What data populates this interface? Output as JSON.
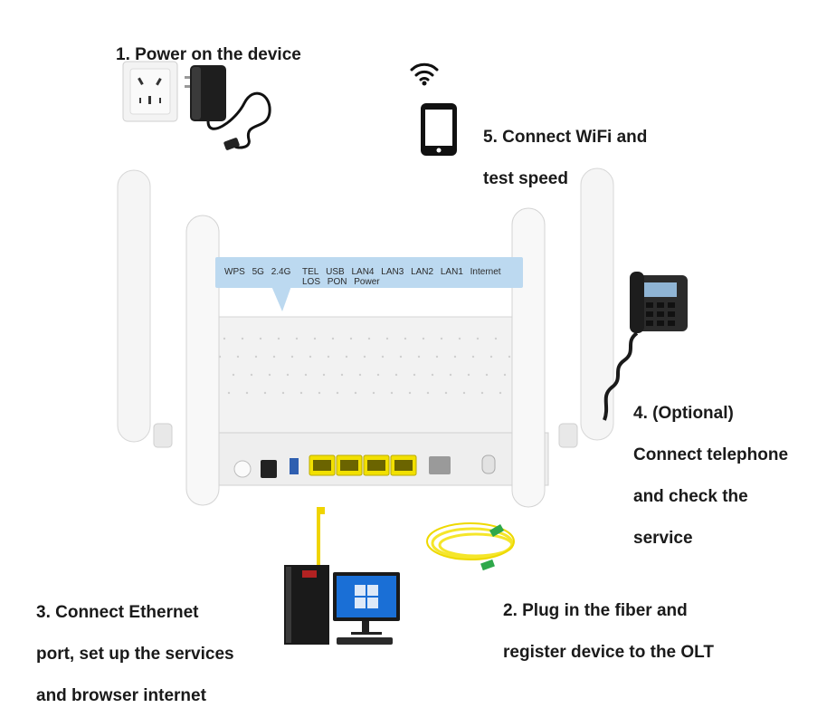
{
  "steps": {
    "power": "1. Power on the device",
    "fiber_line1": "2. Plug in the fiber and",
    "fiber_line2": "register device to the OLT",
    "ethernet_line1": "3. Connect Ethernet",
    "ethernet_line2": "port, set up the services",
    "ethernet_line3": "and browser internet",
    "phone_line1": "4. (Optional)",
    "phone_line2": "Connect telephone",
    "phone_line3": "and check the",
    "phone_line4": "service",
    "wifi_line1": "5. Connect WiFi and",
    "wifi_line2": "test speed"
  },
  "led_labels": {
    "left_group": [
      "WPS",
      "5G",
      "2.4G"
    ],
    "right_group": [
      "TEL",
      "USB",
      "LAN4",
      "LAN3",
      "LAN2",
      "LAN1",
      "Internet",
      "LOS",
      "PON",
      "Power"
    ]
  },
  "colors": {
    "router_body": "#f2f2f2",
    "lan_port": "#f2e000",
    "fiber_cable": "#f5e62a",
    "fiber_connector": "#2ea84a",
    "led_banner": "#bcd9f0"
  },
  "icons": [
    "power-socket-icon",
    "power-adapter-icon",
    "wifi-icon",
    "smartphone-icon",
    "telephone-icon",
    "fiber-cable-icon",
    "desktop-pc-icon",
    "router-icon"
  ]
}
